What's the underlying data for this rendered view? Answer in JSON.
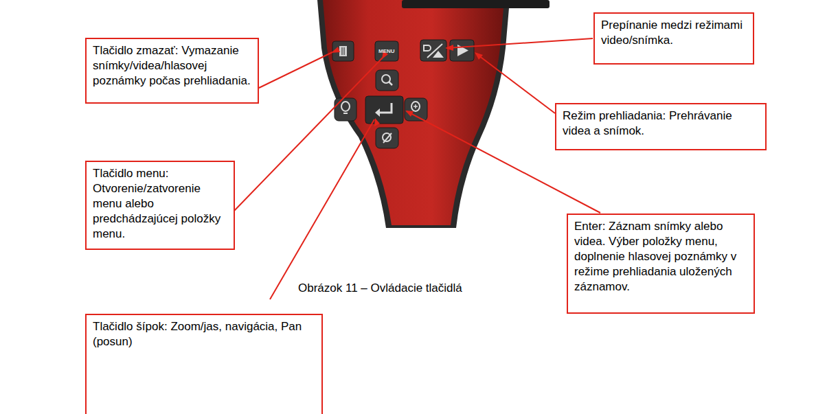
{
  "diagram": {
    "caption": "Obrázok 11 – Ovládacie tlačidlá",
    "nodes": [
      {
        "text": [
          "Tlačidlo zmazať: Vymazanie snímky/videa/hlasovej poznámky počas prehliadania."
        ]
      },
      {
        "text": [
          "Prepínanie medzi režimami video/snímka."
        ]
      },
      {
        "text": [
          "Režim prehliadania: Prehrávanie videa a snímok."
        ]
      },
      {
        "text": [
          "Tlačidlo menu: Otvorenie/zatvorenie menu alebo predchádzajúcej položky menu."
        ]
      },
      {
        "text": [
          "Enter: Záznam snímky alebo videa. Výber položky menu, doplnenie hlasovej poznámky v režime prehliadania uložených záznamov."
        ]
      },
      {
        "text": [
          "Tlačidlo šípok: Zoom/jas, navigácia, Pan (posun)"
        ]
      }
    ],
    "labels": [
      "MENU"
    ]
  }
}
